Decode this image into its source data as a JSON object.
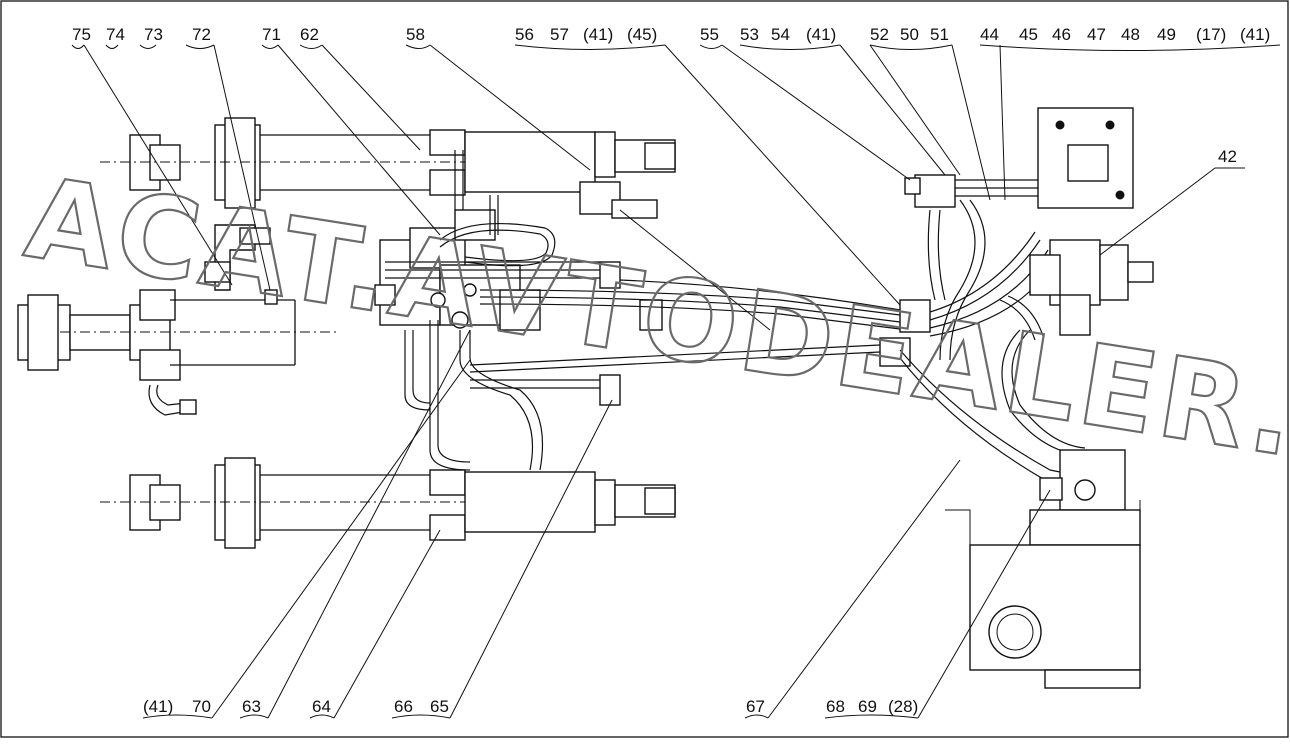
{
  "drawing": {
    "watermark": "ACAT.AVTODEALER.RU",
    "callout_number": "42",
    "top_labels": [
      "75",
      "74",
      "73",
      "72",
      "71",
      "62",
      "58",
      "56",
      "57",
      "(41)",
      "(45)",
      "55",
      "53",
      "54",
      "(41)",
      "52",
      "50",
      "51",
      "44",
      "45",
      "46",
      "47",
      "48",
      "49",
      "(17)",
      "(41)"
    ],
    "bottom_labels": [
      "(41)",
      "70",
      "63",
      "64",
      "66",
      "65",
      "67",
      "68",
      "69",
      "(28)"
    ]
  }
}
